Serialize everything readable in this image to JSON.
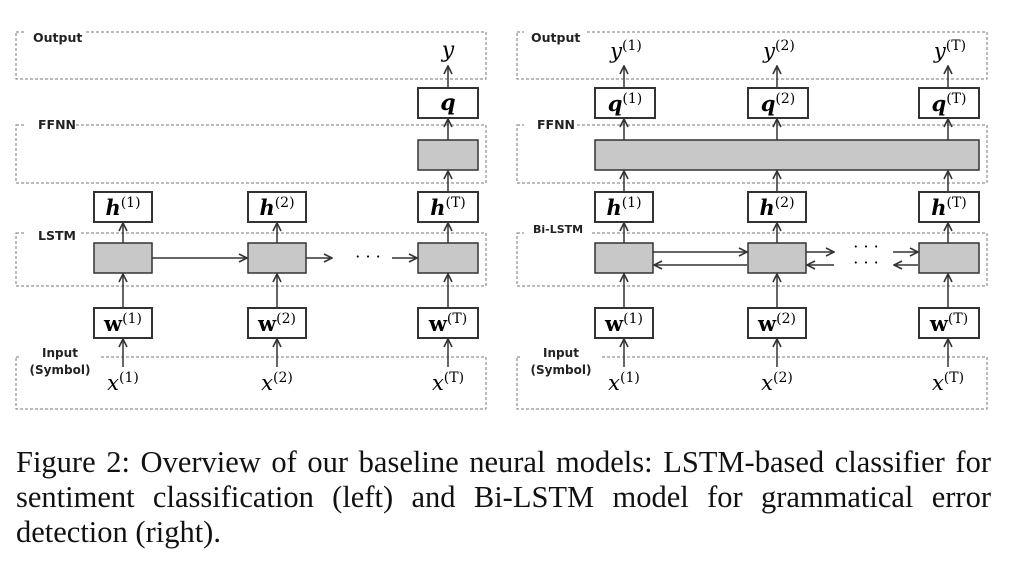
{
  "left_panel": {
    "layers": {
      "output": "Output",
      "ffnn": "FFNN",
      "lstm": "LSTM",
      "input_line1": "Input",
      "input_line2": "(Symbol)"
    },
    "output_label": {
      "base": "y"
    },
    "q_label": {
      "base": "q"
    },
    "hidden": [
      {
        "base": "h",
        "sup": "(1)"
      },
      {
        "base": "h",
        "sup": "(2)"
      },
      {
        "base": "h",
        "sup": "(T)"
      }
    ],
    "embeddings": [
      {
        "base": "w",
        "sup": "(1)"
      },
      {
        "base": "w",
        "sup": "(2)"
      },
      {
        "base": "w",
        "sup": "(T)"
      }
    ],
    "inputs": [
      {
        "base": "x",
        "sup": "(1)"
      },
      {
        "base": "x",
        "sup": "(2)"
      },
      {
        "base": "x",
        "sup": "(T)"
      }
    ],
    "ellipsis": "· · ·"
  },
  "right_panel": {
    "layers": {
      "output": "Output",
      "ffnn": "FFNN",
      "lstm": "Bi-LSTM",
      "input_line1": "Input",
      "input_line2": "(Symbol)"
    },
    "outputs": [
      {
        "base": "y",
        "sup": "(1)"
      },
      {
        "base": "y",
        "sup": "(2)"
      },
      {
        "base": "y",
        "sup": "(T)"
      }
    ],
    "q_labels": [
      {
        "base": "q",
        "sup": "(1)"
      },
      {
        "base": "q",
        "sup": "(2)"
      },
      {
        "base": "q",
        "sup": "(T)"
      }
    ],
    "hidden": [
      {
        "base": "h",
        "sup": "(1)"
      },
      {
        "base": "h",
        "sup": "(2)"
      },
      {
        "base": "h",
        "sup": "(T)"
      }
    ],
    "embeddings": [
      {
        "base": "w",
        "sup": "(1)"
      },
      {
        "base": "w",
        "sup": "(2)"
      },
      {
        "base": "w",
        "sup": "(T)"
      }
    ],
    "inputs": [
      {
        "base": "x",
        "sup": "(1)"
      },
      {
        "base": "x",
        "sup": "(2)"
      },
      {
        "base": "x",
        "sup": "(T)"
      }
    ],
    "ellipsis_top": "· · ·",
    "ellipsis_bottom": "· · ·"
  },
  "caption": "Figure 2: Overview of our baseline neural models: LSTM-based classifier for sentiment classification (left) and Bi-LSTM model for grammatical error detection (right).",
  "colors": {
    "cell_fill": "#c8c8c8",
    "stroke": "#333333",
    "dashed": "#777777"
  }
}
